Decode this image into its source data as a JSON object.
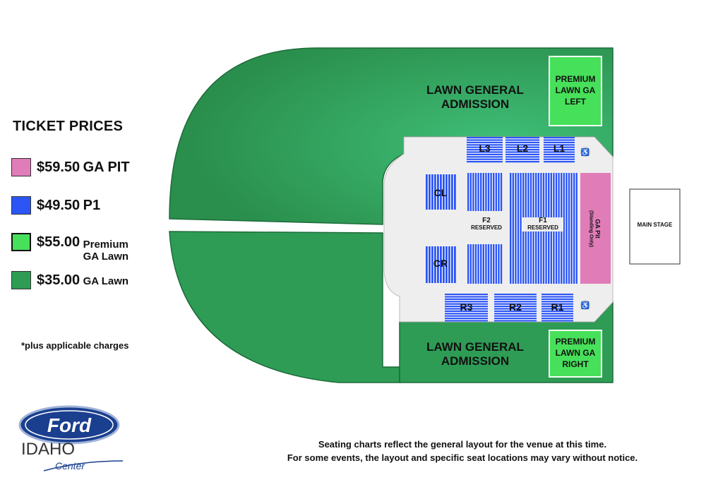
{
  "legend": {
    "title": "TICKET PRICES",
    "items": [
      {
        "price": "$59.50",
        "label": "GA PIT",
        "color": "#e07db8"
      },
      {
        "price": "$49.50",
        "label": "P1",
        "color": "#2b55f5"
      },
      {
        "price": "$55.00",
        "label": "Premium GA Lawn",
        "label_line1": "Premium",
        "label_line2": "GA Lawn",
        "color": "#47e05a"
      },
      {
        "price": "$35.00",
        "label": "GA Lawn",
        "color": "#2e9c55"
      }
    ],
    "note": "*plus applicable charges"
  },
  "map": {
    "lawn_top_line1": "LAWN GENERAL",
    "lawn_top_line2": "ADMISSION",
    "lawn_bottom_line1": "LAWN GENERAL",
    "lawn_bottom_line2": "ADMISSION",
    "premium_left": [
      "PREMIUM",
      "LAWN GA",
      "LEFT"
    ],
    "premium_right": [
      "PREMIUM",
      "LAWN GA",
      "RIGHT"
    ],
    "sections": {
      "L3": "L3",
      "L2": "L2",
      "L1": "L1",
      "R3": "R3",
      "R2": "R2",
      "R1": "R1",
      "CL": "CL",
      "CR": "CR",
      "F2": "F2",
      "F2_sub": "RESERVED",
      "F1": "F1",
      "F1_sub": "RESERVED"
    },
    "ga_pit": "GA Pit",
    "ga_pit_sub": "(Standing Only)",
    "main_stage": "MAIN STAGE"
  },
  "logo": {
    "brand": "Ford",
    "line1": "IDAHO",
    "line2": "Center"
  },
  "disclaimer": {
    "line1": "Seating charts reflect the general layout for the venue at this time.",
    "line2": "For some events, the layout and specific seat locations may vary without notice."
  },
  "colors": {
    "lawn": "#2e9c55",
    "premium": "#47e05a",
    "seats": "#2b55f5",
    "pit": "#e07db8",
    "floor": "#eeeeee"
  }
}
